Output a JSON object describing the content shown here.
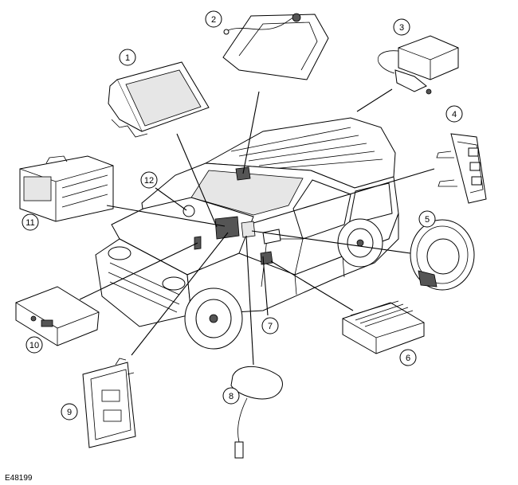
{
  "figure_id": "E48199",
  "callouts": [
    "1",
    "2",
    "3",
    "4",
    "5",
    "6",
    "7",
    "8",
    "9",
    "10",
    "11",
    "12"
  ]
}
